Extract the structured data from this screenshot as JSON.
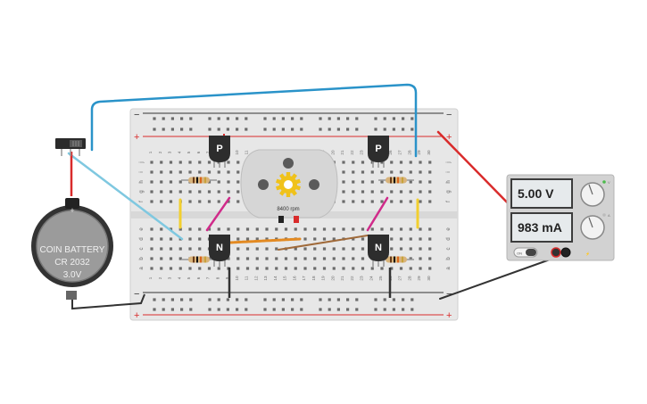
{
  "battery": {
    "title": "COIN BATTERY",
    "model": "CR 2032",
    "voltage": "3.0V",
    "plus": "+"
  },
  "motor": {
    "speed": "8400 rpm"
  },
  "transistors": {
    "p_label": "P",
    "n_label": "N"
  },
  "power_supply": {
    "voltage": "5.00 V",
    "current": "983 mA",
    "on_label": "ON",
    "voltage_knob_label": "V",
    "current_knob_label": "A"
  },
  "breadboard": {
    "rail_plus": "+",
    "rail_minus": "−",
    "row_letters_top": [
      "j",
      "i",
      "h",
      "g",
      "f"
    ],
    "row_letters_bottom": [
      "e",
      "d",
      "c",
      "b",
      "a"
    ],
    "columns": 30
  },
  "colors": {
    "red_wire": "#d92b2b",
    "black_wire": "#333333",
    "blue_wire": "#2a93c9",
    "light_blue_wire": "#7fc8e0",
    "yellow_wire": "#f2cf2f",
    "magenta_wire": "#d02b8a",
    "orange_wire": "#e38a22",
    "brown_wire": "#a06a3a"
  }
}
